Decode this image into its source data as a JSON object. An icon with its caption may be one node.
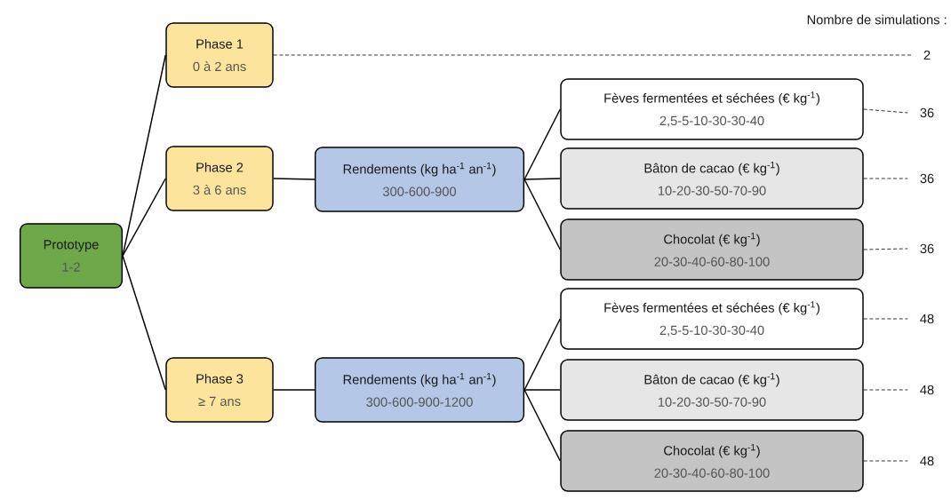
{
  "diagram": {
    "nodes": [
      {
        "text": [
          "Prototype",
          "1-2"
        ]
      },
      {
        "text": [
          "Phase 1",
          "0 à 2 ans"
        ]
      },
      {
        "text": [
          "Phase 2",
          "3 à 6 ans"
        ]
      },
      {
        "text": [
          "Phase 3",
          "≥ 7 ans"
        ]
      },
      {
        "text": [
          "Rendements (kg ha$^{-1}$ an$^{-1}$)",
          "300-600-900"
        ]
      },
      {
        "text": [
          "Rendements (kg ha$^{-1}$ an$^{-1}$)",
          "300-600-900-1200"
        ]
      },
      {
        "text": [
          "Fèves fermentées et séchées (€ kg$^{-1}$)",
          "2,5-5-10-30-30-40"
        ]
      },
      {
        "text": [
          "Bâton de cacao (€ kg$^{-1}$)",
          "10-20-30-50-70-90"
        ]
      },
      {
        "text": [
          "Chocolat (€ kg$^{-1}$)",
          "20-30-40-60-80-100"
        ]
      },
      {
        "text": [
          "Fèves fermentées et séchées (€ kg$^{-1}$)",
          "2,5-5-10-30-30-40"
        ]
      },
      {
        "text": [
          "Bâton de cacao (€ kg$^{-1}$)",
          "10-20-30-50-70-90"
        ]
      },
      {
        "text": [
          "Chocolat (€ kg$^{-1}$)",
          "20-30-40-60-80-100"
        ]
      },
      {
        "text": [
          "2"
        ]
      },
      {
        "text": [
          "36"
        ]
      },
      {
        "text": [
          "36"
        ]
      },
      {
        "text": [
          "36"
        ]
      },
      {
        "text": [
          "48"
        ]
      },
      {
        "text": [
          "48"
        ]
      },
      {
        "text": [
          "48"
        ]
      }
    ],
    "edges": [
      {
        "from": 0,
        "to": 1,
        "arrow": "none"
      },
      {
        "from": 0,
        "to": 2,
        "arrow": "none"
      },
      {
        "from": 0,
        "to": 3,
        "arrow": "none"
      },
      {
        "from": 2,
        "to": 4,
        "arrow": "none"
      },
      {
        "from": 3,
        "to": 5,
        "arrow": "none"
      },
      {
        "from": 4,
        "to": 6,
        "arrow": "none"
      },
      {
        "from": 4,
        "to": 7,
        "arrow": "none"
      },
      {
        "from": 4,
        "to": 8,
        "arrow": "none"
      },
      {
        "from": 5,
        "to": 9,
        "arrow": "none"
      },
      {
        "from": 5,
        "to": 10,
        "arrow": "none"
      },
      {
        "from": 5,
        "to": 11,
        "arrow": "none"
      },
      {
        "from": 1,
        "to": 12,
        "arrow": "none",
        "style": "dashed"
      },
      {
        "from": 6,
        "to": 13,
        "arrow": "none",
        "style": "dashed"
      },
      {
        "from": 7,
        "to": 14,
        "arrow": "none",
        "style": "dashed"
      },
      {
        "from": 8,
        "to": 15,
        "arrow": "none",
        "style": "dashed"
      },
      {
        "from": 9,
        "to": 16,
        "arrow": "none",
        "style": "dashed"
      },
      {
        "from": 10,
        "to": 17,
        "arrow": "none",
        "style": "dashed"
      },
      {
        "from": 11,
        "to": 18,
        "arrow": "none",
        "style": "dashed"
      }
    ],
    "labels": [
      "Nombre de simulations :"
    ]
  }
}
